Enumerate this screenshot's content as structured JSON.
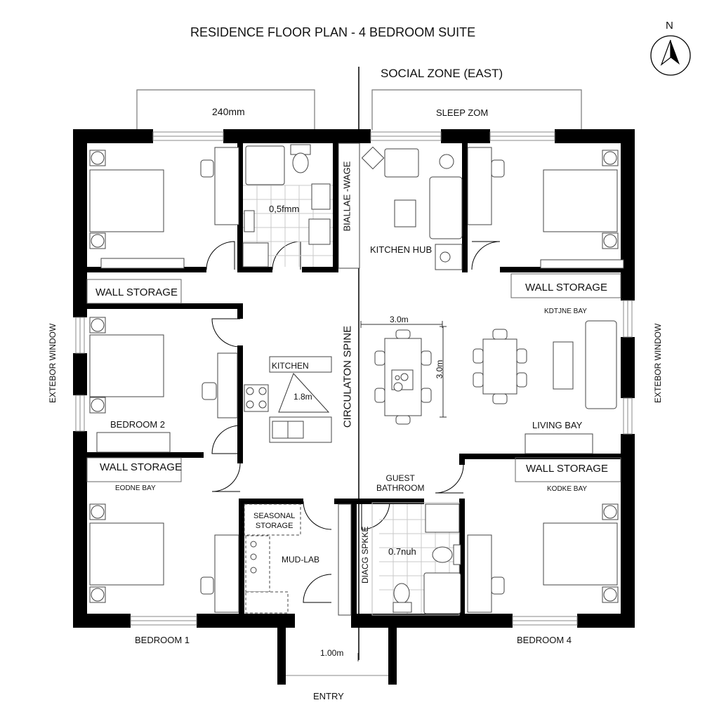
{
  "title": "RESIDENCE FLOOR PLAN - 4 BEDROOM SUITE",
  "compass": {
    "label": "N",
    "icon": "north-arrow-icon"
  },
  "zones": {
    "social_zone": "SOCIAL ZONE (EAST)",
    "sleep_zone": "SLEEP ZOM",
    "top_left_dimension": "240mm"
  },
  "rooms": {
    "bedroom_1": "BEDROOM 1",
    "bedroom_2": "BEDROOM 2",
    "bedroom_4": "BEDROOM 4",
    "kitchen_hub": "KITCHEN HUB",
    "kitchen": "KITCHEN",
    "kitchen_triangle": "1.8m",
    "living_bay": "LIVING BAY",
    "guest_bathroom_line1": "GUEST",
    "guest_bathroom_line2": "BATHROOM",
    "seasonal_storage_line1": "SEASONAL",
    "seasonal_storage_line2": "STORAGE",
    "mud_lab": "MUD-LAB",
    "entry": "ENTRY",
    "circulation_spine": "CIRCULATON SPINE",
    "top_bath_dimension": "0,5fmm",
    "guest_bath_dimension": "0.7nuh",
    "vertical_top_label": "BIALLAE -WAGE",
    "vertical_bottom_label": "DIACG SPKKE"
  },
  "storage": {
    "top_left": "WALL STORAGE",
    "mid_left": "WALL STORAGE",
    "top_right": "WALL STORAGE",
    "bottom_right": "WALL STORAGE"
  },
  "bays": {
    "right_upper": "KDTJNE BAY",
    "left_lower": "EODNE BAY",
    "right_lower": "KODKE BAY"
  },
  "windows": {
    "left": "EXTEBOR WINDOW",
    "right": "EXTEBOR WINDOW"
  },
  "dimensions": {
    "dining_width": "3.0m",
    "dining_height": "3.0m",
    "entry_width": "1.00m"
  },
  "colors": {
    "wall": "#000000",
    "line": "#555555",
    "tile": "#c8c8c8",
    "background": "#ffffff"
  }
}
